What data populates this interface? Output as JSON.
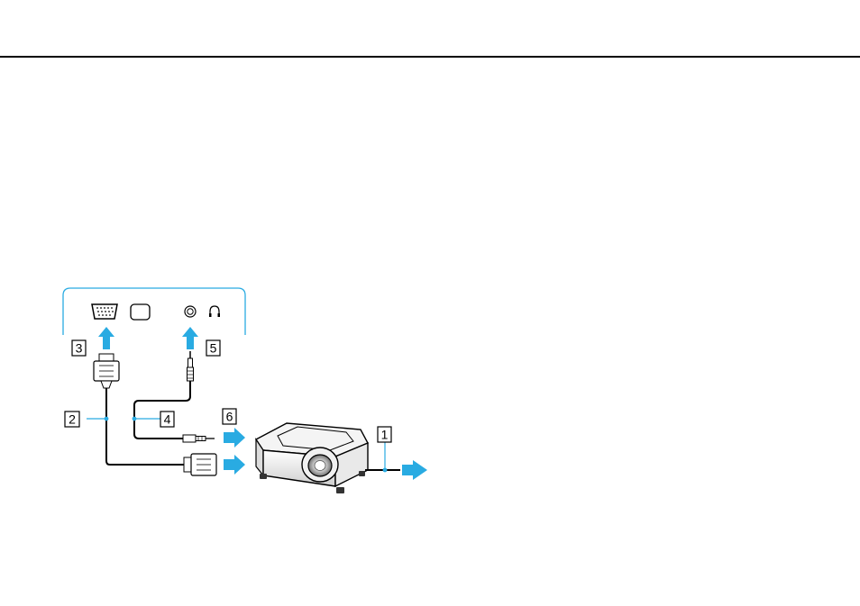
{
  "callouts": {
    "n1": "1",
    "n2": "2",
    "n3": "3",
    "n4": "4",
    "n5": "5",
    "n6": "6"
  },
  "icons": {
    "vga_port": "vga-port-icon",
    "hdmi_port": "hdmi-port-icon",
    "audio_port": "audio-port-icon",
    "headphone": "headphone-icon",
    "projector": "projector-icon"
  },
  "colors": {
    "arrow": "#29abe2",
    "line": "#000000"
  }
}
